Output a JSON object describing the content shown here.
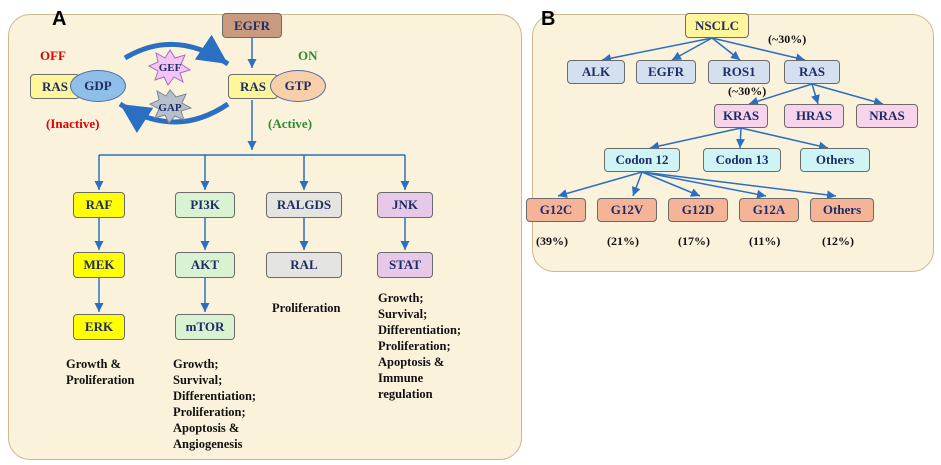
{
  "panel_a": {
    "label": "A",
    "egfr": "EGFR",
    "off": "OFF",
    "on": "ON",
    "ras_off": "RAS",
    "gdp": "GDP",
    "ras_on": "RAS",
    "gtp": "GTP",
    "gef": "GEF",
    "gap": "GAP",
    "inactive": "(Inactive)",
    "active": "(Active)",
    "col1": [
      "RAF",
      "MEK",
      "ERK"
    ],
    "col2": [
      "PI3K",
      "AKT",
      "mTOR"
    ],
    "col3": [
      "RALGDS",
      "RAL"
    ],
    "col4": [
      "JNK",
      "STAT"
    ],
    "out1": [
      "Growth &",
      "Proliferation"
    ],
    "out2": [
      "Growth;",
      "Survival;",
      "Differentiation;",
      "Proliferation;",
      "Apoptosis &",
      "Angiogenesis"
    ],
    "out3": [
      "Proliferation"
    ],
    "out4": [
      "Growth;",
      "Survival;",
      "Differentiation;",
      "Proliferation;",
      "Apoptosis &",
      "Immune",
      "regulation"
    ]
  },
  "panel_b": {
    "label": "B",
    "root": "NSCLC",
    "level1": [
      "ALK",
      "EGFR",
      "ROS1",
      "RAS"
    ],
    "ras_pct": "(~30%)",
    "level2": [
      "KRAS",
      "HRAS",
      "NRAS"
    ],
    "kras_pct": "(~30%)",
    "level3": [
      "Codon 12",
      "Codon 13",
      "Others"
    ],
    "level4": [
      "G12C",
      "G12V",
      "G12D",
      "G12A",
      "Others"
    ],
    "level4_pct": [
      "(39%)",
      "(21%)",
      "(17%)",
      "(11%)",
      "(12%)"
    ]
  },
  "colors": {
    "arrow": "#2b6fc2",
    "panel_bg": "#fbf2dc"
  }
}
